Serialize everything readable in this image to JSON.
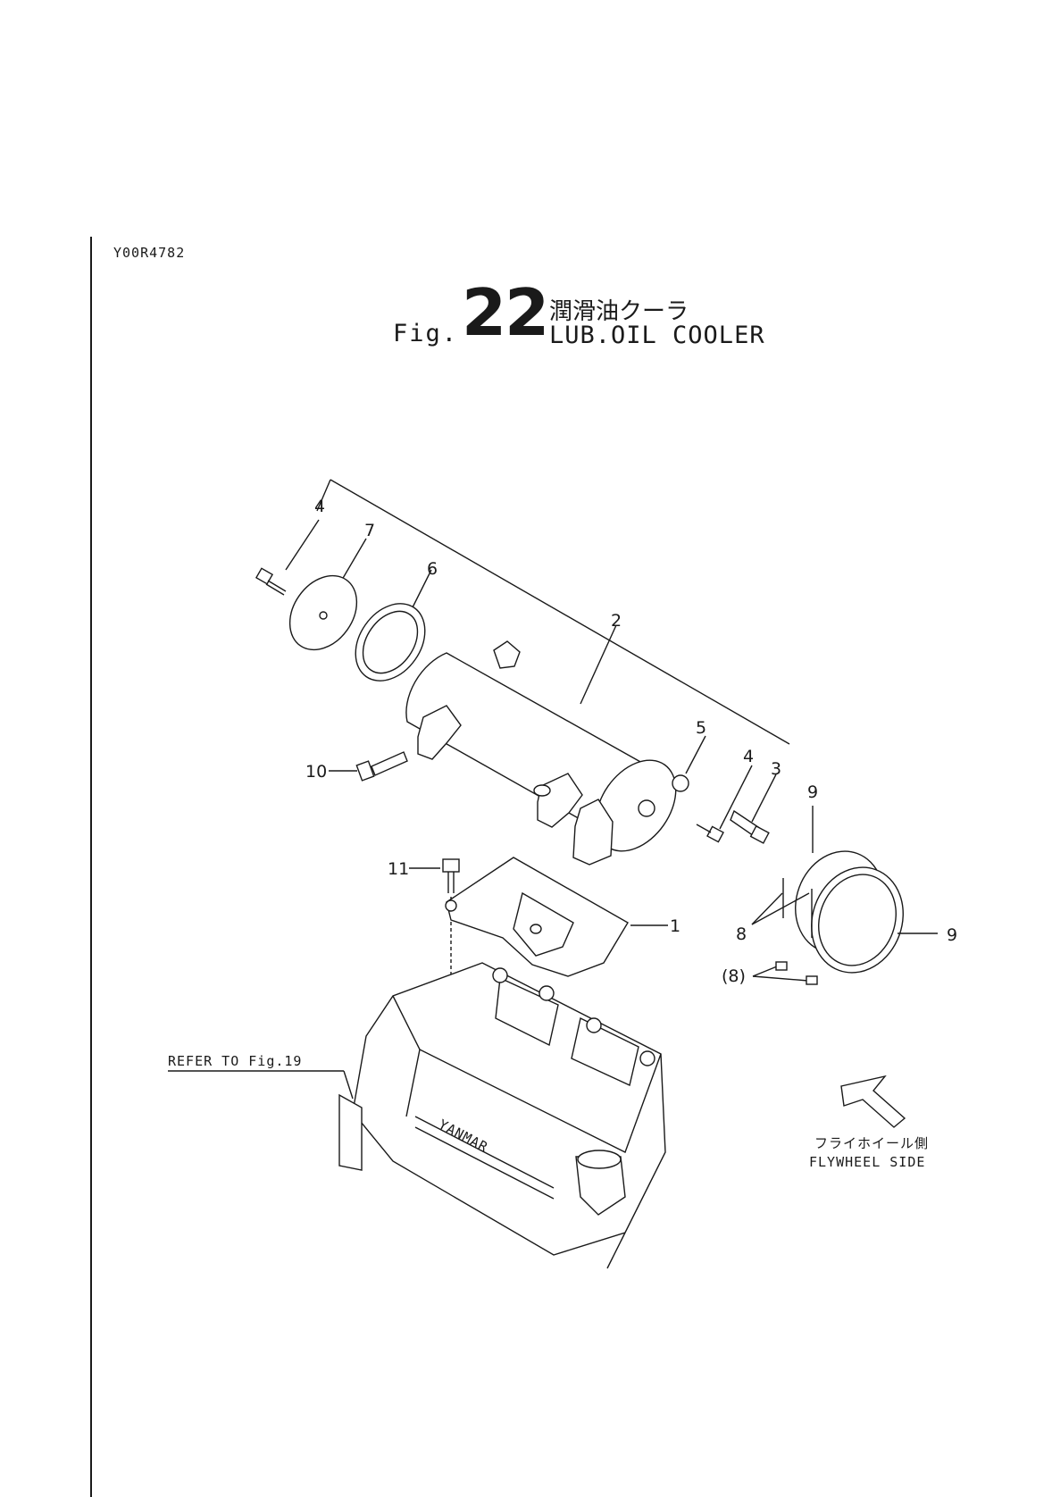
{
  "header": {
    "doc_code": "Y00R4782",
    "fig_prefix": "Fig.",
    "fig_number": "22",
    "title_ja": "潤滑油クーラ",
    "title_en": "LUB.OIL COOLER"
  },
  "callouts": {
    "c1": "1",
    "c2": "2",
    "c3": "3",
    "c4a": "4",
    "c4b": "4",
    "c5": "5",
    "c6": "6",
    "c7": "7",
    "c8": "8",
    "c8p": "(8)",
    "c9a": "9",
    "c9b": "9",
    "c10": "10",
    "c11": "11"
  },
  "notes": {
    "refer": "REFER TO Fig.19",
    "engine_brand": "YANMAR",
    "flywheel_ja": "フライホイール側",
    "flywheel_en": "FLYWHEEL SIDE"
  }
}
